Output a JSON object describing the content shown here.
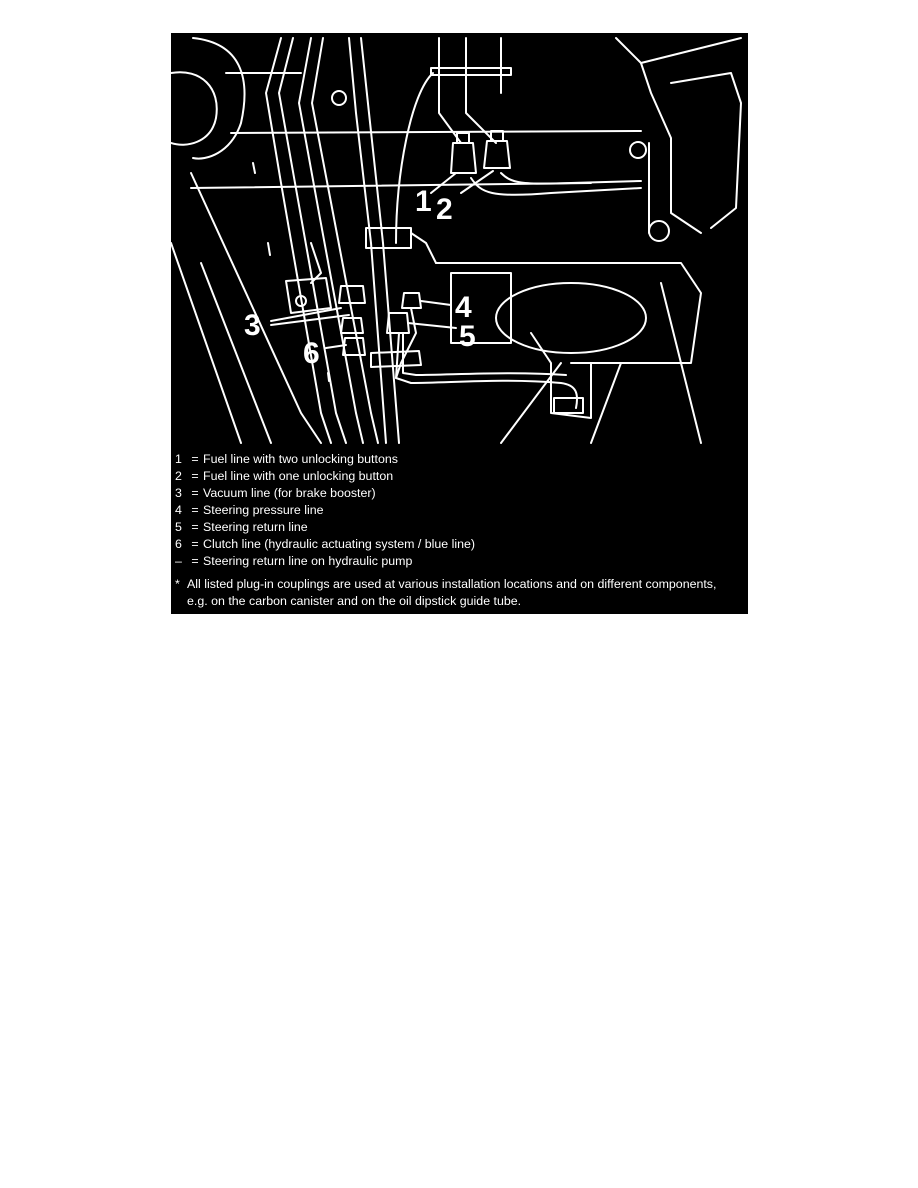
{
  "diagram": {
    "callouts": [
      "1",
      "2",
      "3",
      "4",
      "5",
      "6"
    ],
    "legend": [
      {
        "key": "1",
        "sep": "=",
        "text": "Fuel line with two unlocking buttons"
      },
      {
        "key": "2",
        "sep": "=",
        "text": "Fuel line with one unlocking button"
      },
      {
        "key": "3",
        "sep": "=",
        "text": "Vacuum line (for brake booster)"
      },
      {
        "key": "4",
        "sep": "=",
        "text": "Steering pressure line"
      },
      {
        "key": "5",
        "sep": "=",
        "text": "Steering return line"
      },
      {
        "key": "6",
        "sep": "=",
        "text": "Clutch line (hydraulic actuating system / blue line)"
      },
      {
        "key": "–",
        "sep": "=",
        "text": "Steering return line on hydraulic pump"
      }
    ],
    "note": {
      "marker": "*",
      "line1": "All listed plug-in couplings are used at various installation locations and on different components,",
      "line2": "e.g. on the carbon canister and on the oil dipstick guide tube."
    },
    "colors": {
      "background": "#000000",
      "line": "#ffffff"
    }
  }
}
